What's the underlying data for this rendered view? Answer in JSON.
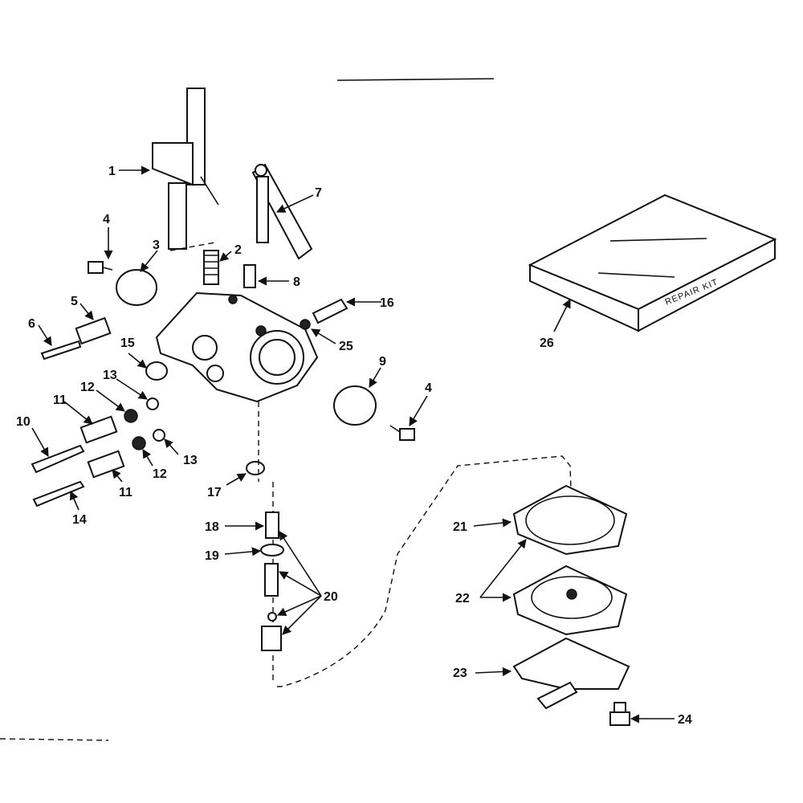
{
  "diagram": {
    "callouts": [
      "1",
      "2",
      "3",
      "4",
      "5",
      "6",
      "7",
      "8",
      "9",
      "4",
      "10",
      "11",
      "12",
      "13",
      "14",
      "15",
      "16",
      "25",
      "26",
      "11",
      "12",
      "13",
      "17",
      "18",
      "19",
      "20",
      "21",
      "22",
      "23",
      "24"
    ],
    "repair_kit_label": "REPAIR KIT"
  }
}
